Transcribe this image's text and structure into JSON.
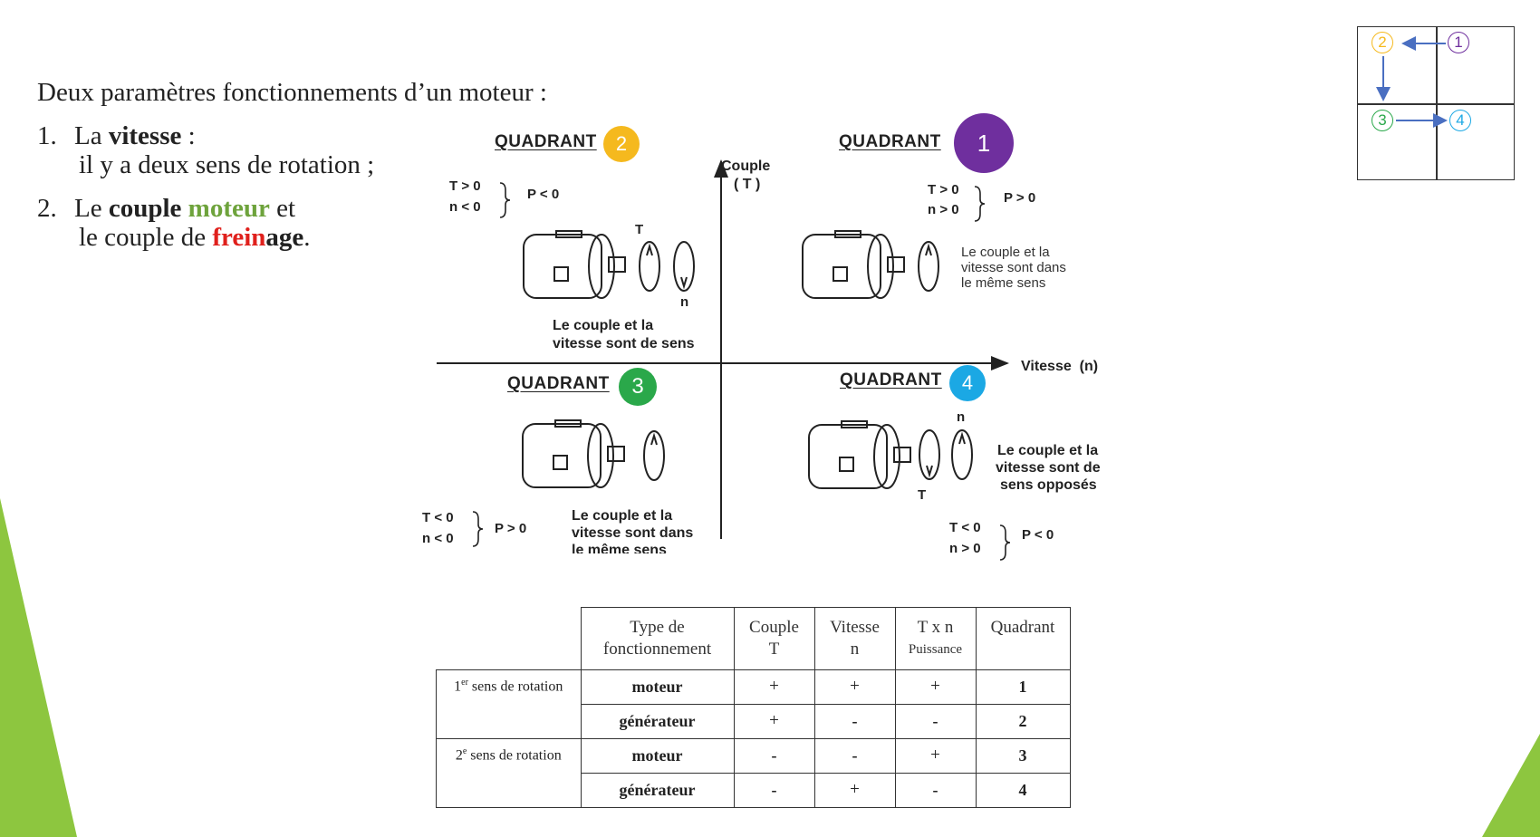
{
  "intro": {
    "title": "Deux paramètres fonctionnements d’un moteur :",
    "items": [
      {
        "num": "1.",
        "pre": "La ",
        "bold": "vitesse",
        "post": " :",
        "line2": "il y a deux sens de rotation ;"
      },
      {
        "num": "2.",
        "pre": "Le ",
        "bold": "couple",
        "green": "moteur",
        "post": " et",
        "line2_pre": "le couple de ",
        "red": "frein",
        "bold2": "age",
        "end": "."
      }
    ]
  },
  "diagram": {
    "quadrant_word": "QUADRANT",
    "axis_y": "Couple",
    "axis_y_sym": "( T )",
    "axis_x": "Vitesse  (n)",
    "q1": {
      "num": "1",
      "t": "T > 0",
      "n": "n > 0",
      "p": "P > 0",
      "note": [
        "Le couple et la",
        "vitesse sont dans",
        "le même sens"
      ]
    },
    "q2": {
      "num": "2",
      "t": "T > 0",
      "n": "n < 0",
      "p": "P < 0",
      "note": [
        "Le couple et la",
        "vitesse sont de sens"
      ],
      "lbl_t": "T",
      "lbl_n": "n"
    },
    "q3": {
      "num": "3",
      "t": "T < 0",
      "n": "n < 0",
      "p": "P > 0",
      "note": [
        "Le couple et la",
        "vitesse sont dans",
        "le même sens"
      ]
    },
    "q4": {
      "num": "4",
      "t": "T < 0",
      "n": "n > 0",
      "p": "P < 0",
      "note": [
        "Le couple et la",
        "vitesse sont de",
        "sens opposés"
      ],
      "lbl_t": "T",
      "lbl_n": "n"
    }
  },
  "minigrid": {
    "n1": "1",
    "n2": "2",
    "n3": "3",
    "n4": "4"
  },
  "table": {
    "headers": [
      {
        "l1": "Type de",
        "l2": "fonctionnement"
      },
      {
        "l1": "Couple",
        "l2": "T"
      },
      {
        "l1": "Vitesse",
        "l2": "n"
      },
      {
        "l1": "T x n",
        "l2": "Puissance"
      },
      {
        "l1": "Quadrant",
        "l2": ""
      }
    ],
    "groups": [
      {
        "label_num": "1",
        "label_sup": "er",
        "label_rest": " sens de rotation"
      },
      {
        "label_num": "2",
        "label_sup": "e",
        "label_rest": " sens de rotation"
      }
    ],
    "rows": [
      {
        "type": "moteur",
        "couple": "+",
        "vitesse": "+",
        "puissance": "+",
        "quadrant": "1"
      },
      {
        "type": "générateur",
        "couple": "+",
        "vitesse": "-",
        "puissance": "-",
        "quadrant": "2"
      },
      {
        "type": "moteur",
        "couple": "-",
        "vitesse": "-",
        "puissance": "+",
        "quadrant": "3"
      },
      {
        "type": "générateur",
        "couple": "-",
        "vitesse": "+",
        "puissance": "-",
        "quadrant": "4"
      }
    ]
  },
  "colors": {
    "q1": "#6f2f9e",
    "q2": "#f5b91e",
    "q3": "#2aa84a",
    "q4": "#1ba8e4",
    "accent_green": "#8dc63f",
    "arrow_blue": "#4a6fc1"
  }
}
